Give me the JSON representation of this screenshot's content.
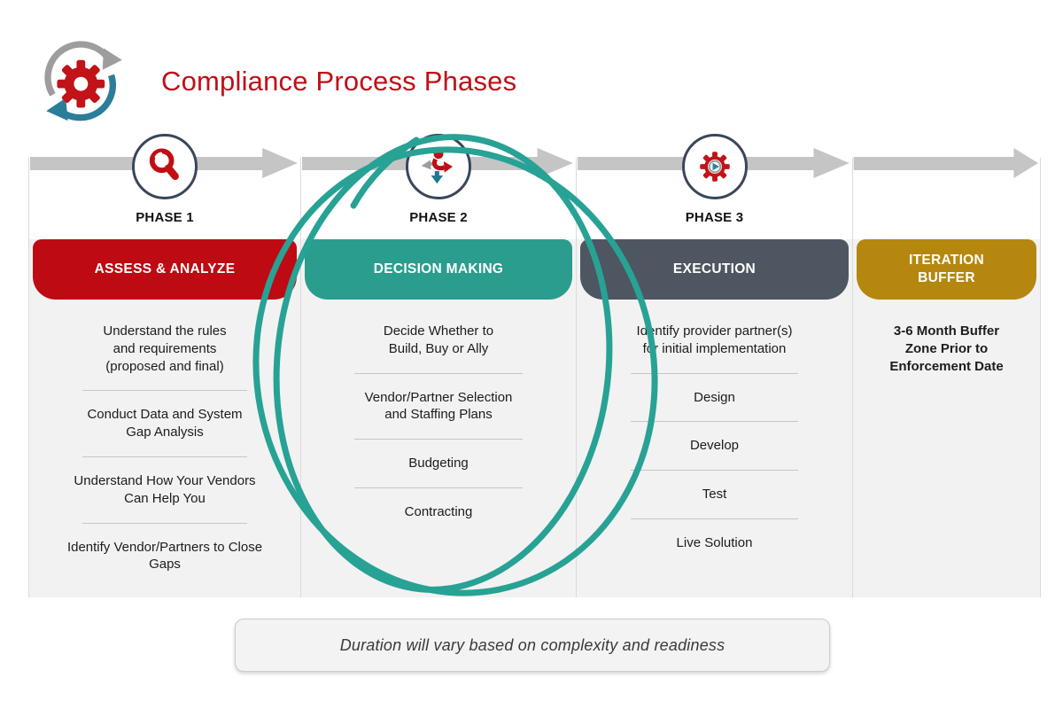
{
  "header": {
    "title": "Compliance Process Phases",
    "title_color": "#C00F18",
    "logo_icon": "gear-with-cycle-arrows",
    "logo_colors": {
      "gear": "#C11318",
      "arrow_gray": "#9D9D9D",
      "arrow_teal": "#2C7D99"
    }
  },
  "columns": [
    {
      "phase_label": "PHASE 1",
      "icon": "magnifier",
      "pill": {
        "label": "ASSESS & ANALYZE",
        "color": "#BE0A12"
      },
      "items": [
        "Understand the rules\nand requirements\n(proposed and final)",
        "Conduct Data and System\nGap Analysis",
        "Understand How Your Vendors\nCan Help You",
        "Identify Vendor/Partners to Close\nGaps"
      ]
    },
    {
      "phase_label": "PHASE 2",
      "icon": "decision",
      "pill": {
        "label": "DECISION MAKING",
        "color": "#2A9D8F"
      },
      "items": [
        "Decide Whether to\nBuild, Buy or Ally",
        "Vendor/Partner Selection\nand Staffing Plans",
        "Budgeting",
        "Contracting"
      ],
      "annotated": true
    },
    {
      "phase_label": "PHASE 3",
      "icon": "gear-play",
      "pill": {
        "label": "EXECUTION",
        "color": "#4D5661"
      },
      "items": [
        "Identify provider partner(s)\nfor initial implementation",
        "Design",
        "Develop",
        "Test",
        "Live Solution"
      ]
    },
    {
      "phase_label": "",
      "icon": "none",
      "pill": {
        "label": "ITERATION\nBUFFER",
        "color": "#B5870E"
      },
      "items": [
        "3-6 Month Buffer\nZone Prior to\nEnforcement Date"
      ],
      "bold_items": true
    }
  ],
  "footer": {
    "note": "Duration will vary based on complexity and readiness"
  },
  "annotation": {
    "shape": "hand-drawn-double-ellipse",
    "color": "#27A295",
    "highlights": "PHASE 2 column"
  }
}
